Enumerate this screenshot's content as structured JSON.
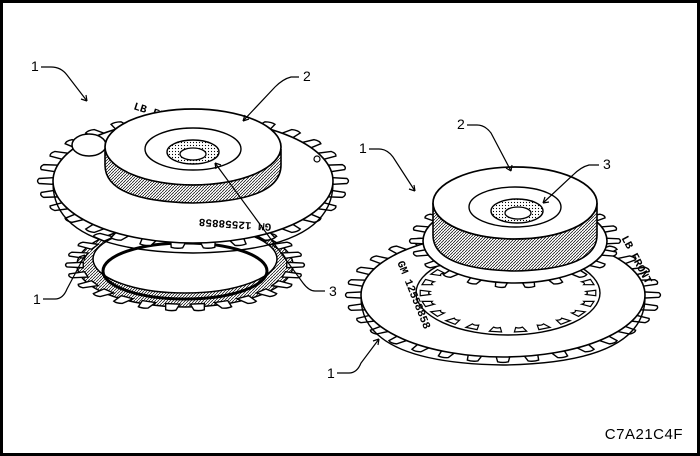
{
  "callouts": {
    "left_top": "1",
    "left_bottom": "1",
    "left_hub": "2",
    "left_bore": "3",
    "right_top": "1",
    "right_bottom": "1",
    "right_hub": "2",
    "right_bore": "3"
  },
  "stamps": {
    "left_front": "LB FRONT",
    "left_part": "GM 12558858",
    "right_front": "LB FRONT",
    "right_part": "GM 12558858"
  },
  "figure_code": "C7A21C4F"
}
